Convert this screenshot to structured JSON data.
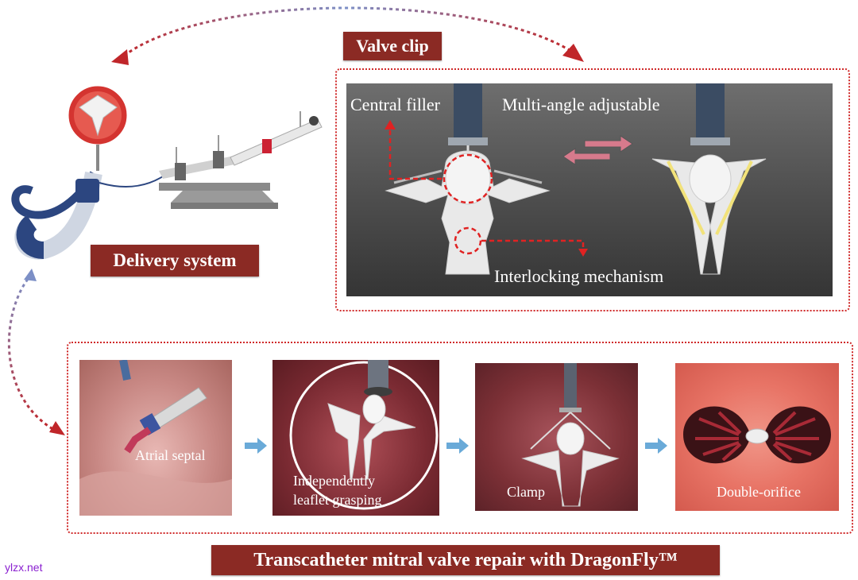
{
  "titles": {
    "valve_clip": "Valve clip",
    "delivery_system": "Delivery system",
    "bottom_title": "Transcatheter mitral valve repair with DragonFly™"
  },
  "valve_clip_labels": {
    "central_filler": "Central filler",
    "multi_angle": "Multi-angle adjustable",
    "interlocking": "Interlocking mechanism"
  },
  "steps": [
    {
      "label": "Atrial septal"
    },
    {
      "label_line1": "Independently",
      "label_line2": "leaflet grasping"
    },
    {
      "label": "Clamp"
    },
    {
      "label": "Double-orifice"
    }
  ],
  "watermark": "ylzx.net",
  "colors": {
    "banner": "#8b2a24",
    "dotted_border": "#d02a2a",
    "step_arrow": "#6aaad8",
    "curve_arrow": "#c0262a"
  }
}
